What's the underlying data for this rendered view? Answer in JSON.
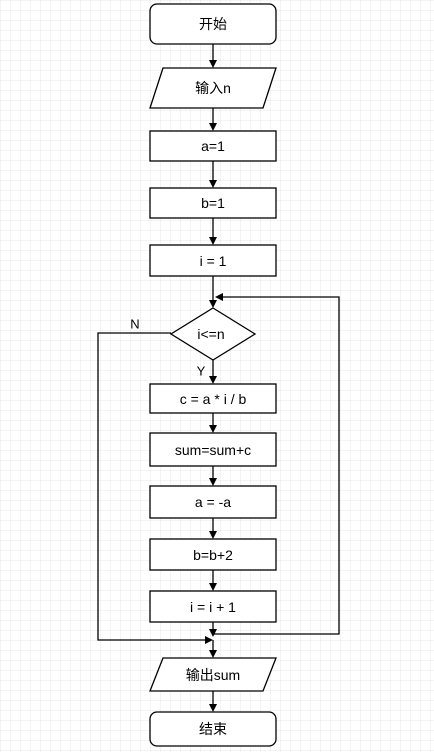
{
  "flowchart": {
    "start": "开始",
    "input": "输入n",
    "init_a": "a=1",
    "init_b": "b=1",
    "init_i": "i = 1",
    "condition": "i<=n",
    "step_c": "c = a * i / b",
    "step_sum": "sum=sum+c",
    "step_a": "a = -a",
    "step_b": "b=b+2",
    "step_i": "i = i + 1",
    "output": "输出sum",
    "end": "结束",
    "yes_label": "Y",
    "no_label": "N"
  }
}
